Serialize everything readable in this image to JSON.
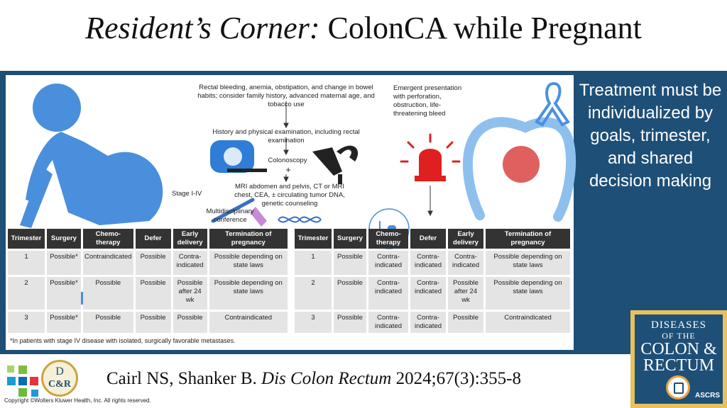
{
  "title": {
    "italic": "Resident’s Corner:",
    "rest": "ColonCA while Pregnant"
  },
  "side_text": "Treatment must be individualized by goals, trimester, and shared decision making",
  "flow": {
    "step1": "Rectal bleeding, anemia, obstipation, and change in bowel habits; consider family history, advanced maternal age, and tobacco use",
    "step2": "History and physical examination, including rectal examination",
    "step3": "Colonoscopy",
    "plus": "+",
    "step4": "MRI abdomen and pelvis, CT or MRI chest, CEA, ± circulating tumor DNA, genetic counseling",
    "step5": "Multidisciplinary conference",
    "stage": "Stage I-IV",
    "emergent": "Emergent presentation with perforation, obstruction, life-threatening bleed"
  },
  "table_headers": [
    "Trimester",
    "Surgery",
    "Chemo-therapy",
    "Defer",
    "Early delivery",
    "Termination of pregnancy"
  ],
  "table_left": [
    [
      "1",
      "Possible*",
      "Contraindicated",
      "Possible",
      "Contra-indicated",
      "Possible depending on state laws"
    ],
    [
      "2",
      "Possible*",
      "Possible",
      "Possible",
      "Possible after 24 wk",
      "Possible depending on state laws"
    ],
    [
      "3",
      "Possible*",
      "Possible",
      "Possible",
      "Possible",
      "Contraindicated"
    ]
  ],
  "table_right": [
    [
      "1",
      "Possible",
      "Contra-indicated",
      "Contra-indicated",
      "Contra-indicated",
      "Possible depending on state laws"
    ],
    [
      "2",
      "Possible",
      "Contra-indicated",
      "Contra-indicated",
      "Possible after 24 wk",
      "Possible depending on state laws"
    ],
    [
      "3",
      "Possible",
      "Contra-indicated",
      "Contra-indicated",
      "Possible",
      "Contraindicated"
    ]
  ],
  "footnote": "*In patients with stage IV disease with isolated, surgically favorable metastases.",
  "citation": {
    "authors": "Cairl NS, Shanker B.",
    "journal": "Dis Colon Rectum",
    "ref": "2024;67(3):355-8"
  },
  "copyright": "Copyright ©Wolters Kluwer Health, Inc. All rights reserved.",
  "logo_dcr": {
    "d": "D",
    "cr": "C&R"
  },
  "journal_cover": {
    "l1": "DISEASES",
    "l2": "OF THE",
    "l3": "COLON &",
    "l4": "RECTUM",
    "org": "ASCRS"
  },
  "colors": {
    "band": "#1e4f77",
    "ribbon": "#4a90e2",
    "tumor": "#e06060",
    "alarm": "#e02020",
    "gold": "#e6c25e"
  },
  "icons": [
    "pregnant-woman-icon",
    "mri-scanner-icon",
    "colonoscope-icon",
    "dna-icon",
    "alarm-light-icon",
    "colon-icon",
    "awareness-ribbon-icon",
    "iv-chemo-icon"
  ]
}
